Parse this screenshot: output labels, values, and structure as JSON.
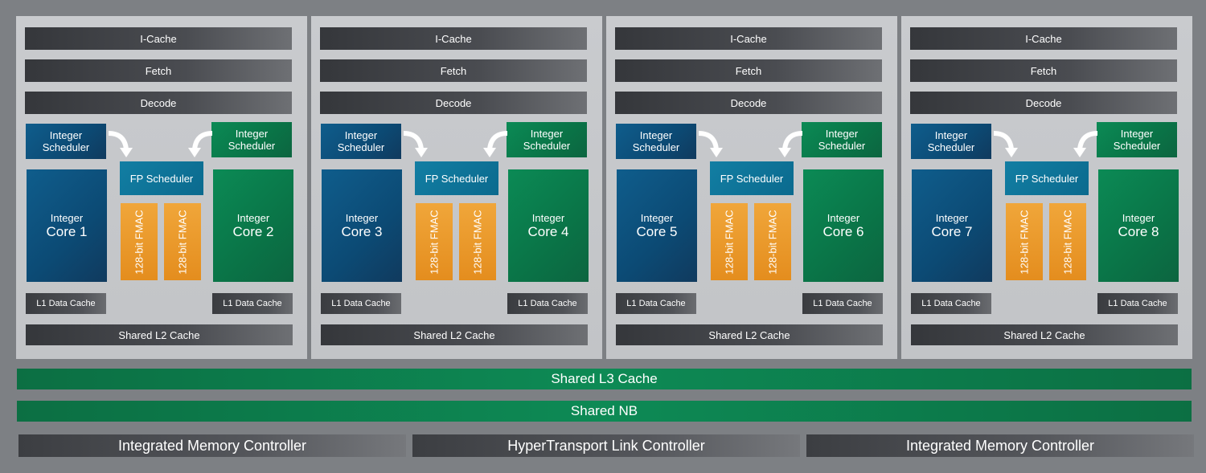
{
  "modules": [
    {
      "icache": "I-Cache",
      "fetch": "Fetch",
      "decode": "Decode",
      "sched_left": "Integer\nScheduler",
      "sched_right": "Integer\nScheduler",
      "fp": "FP Scheduler",
      "core_left": {
        "line1": "Integer",
        "line2": "Core 1"
      },
      "core_right": {
        "line1": "Integer",
        "line2": "Core 2"
      },
      "fmac": [
        "128-bit FMAC",
        "128-bit FMAC"
      ],
      "l1_left": "L1 Data Cache",
      "l1_right": "L1 Data Cache",
      "l2": "Shared L2 Cache"
    },
    {
      "icache": "I-Cache",
      "fetch": "Fetch",
      "decode": "Decode",
      "sched_left": "Integer\nScheduler",
      "sched_right": "Integer\nScheduler",
      "fp": "FP Scheduler",
      "core_left": {
        "line1": "Integer",
        "line2": "Core 3"
      },
      "core_right": {
        "line1": "Integer",
        "line2": "Core 4"
      },
      "fmac": [
        "128-bit FMAC",
        "128-bit FMAC"
      ],
      "l1_left": "L1 Data Cache",
      "l1_right": "L1 Data Cache",
      "l2": "Shared L2 Cache"
    },
    {
      "icache": "I-Cache",
      "fetch": "Fetch",
      "decode": "Decode",
      "sched_left": "Integer\nScheduler",
      "sched_right": "Integer\nScheduler",
      "fp": "FP Scheduler",
      "core_left": {
        "line1": "Integer",
        "line2": "Core 5"
      },
      "core_right": {
        "line1": "Integer",
        "line2": "Core 6"
      },
      "fmac": [
        "128-bit FMAC",
        "128-bit FMAC"
      ],
      "l1_left": "L1 Data Cache",
      "l1_right": "L1 Data Cache",
      "l2": "Shared L2 Cache"
    },
    {
      "icache": "I-Cache",
      "fetch": "Fetch",
      "decode": "Decode",
      "sched_left": "Integer\nScheduler",
      "sched_right": "Integer\nScheduler",
      "fp": "FP Scheduler",
      "core_left": {
        "line1": "Integer",
        "line2": "Core 7"
      },
      "core_right": {
        "line1": "Integer",
        "line2": "Core 8"
      },
      "fmac": [
        "128-bit FMAC",
        "128-bit FMAC"
      ],
      "l1_left": "L1 Data Cache",
      "l1_right": "L1 Data Cache",
      "l2": "Shared L2 Cache"
    }
  ],
  "shared_l3": "Shared L3 Cache",
  "shared_nb": "Shared NB",
  "controllers": [
    "Integrated Memory Controller",
    "HyperTransport Link Controller",
    "Integrated Memory Controller"
  ],
  "colors": {
    "background": "#7d8084",
    "module_bg": "#c5c7ca",
    "int_blue": "#0c4a74",
    "int_green": "#0a7447",
    "fp_teal": "#0b6a8e",
    "fmac_orange": "#e8961f",
    "cache_bar": "#45474c",
    "l3_green": "#0d8a55"
  }
}
